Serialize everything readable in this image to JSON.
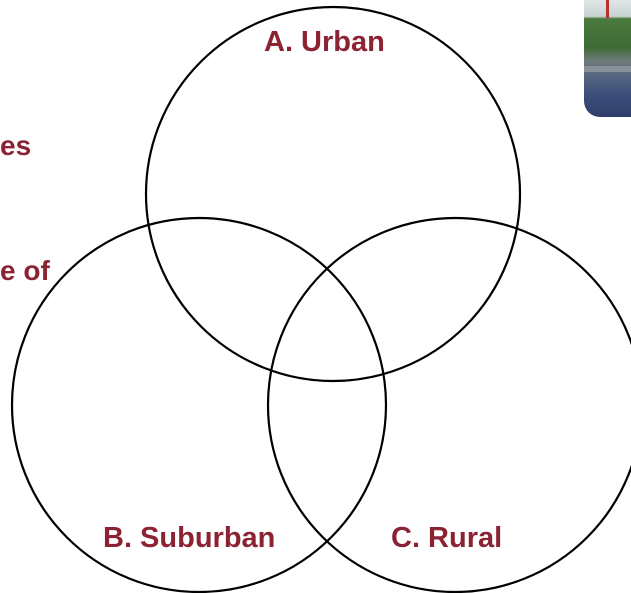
{
  "side_text": {
    "fragment_1": "es",
    "fragment_2": "e of"
  },
  "venn": {
    "circles": [
      {
        "id": "A",
        "label": "A. Urban"
      },
      {
        "id": "B",
        "label": "B. Suburban"
      },
      {
        "id": "C",
        "label": "C. Rural"
      }
    ],
    "stroke_color": "#000000",
    "label_color": "#8b2332"
  },
  "photo": {
    "icon": "street-photo",
    "colors": {
      "greenery": "#3c6a33",
      "road": "#2f3f6b",
      "post": "#b9302f"
    }
  }
}
